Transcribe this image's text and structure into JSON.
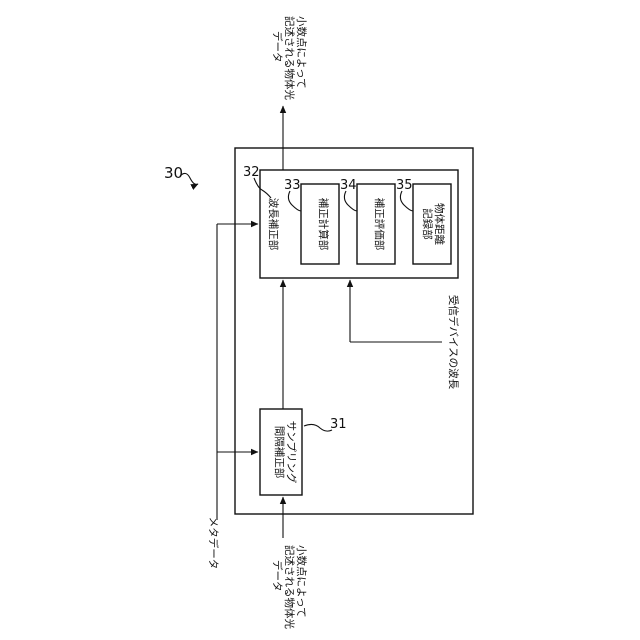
{
  "labels": {
    "figure_ref": "30",
    "input_data_line1": "小数点によって",
    "input_data_line2": "記述される物体光",
    "input_data_line3": "データ",
    "metadata": "メタデータ",
    "sampling_line1": "サンプリング",
    "sampling_line2": "間隔補正部",
    "sampling_ref": "31",
    "wavelength_unit": "波長補正部",
    "wavelength_ref": "32",
    "calc_unit": "補正計算部",
    "calc_ref": "33",
    "eval_unit": "補正評価部",
    "eval_ref": "34",
    "dist_line1": "物体距離",
    "dist_line2": "記録部",
    "dist_ref": "35",
    "receiver_wavelength": "受信デバイスの波長",
    "output_data_line1": "小数点によって",
    "output_data_line2": "記述される物体光",
    "output_data_line3": "データ"
  }
}
